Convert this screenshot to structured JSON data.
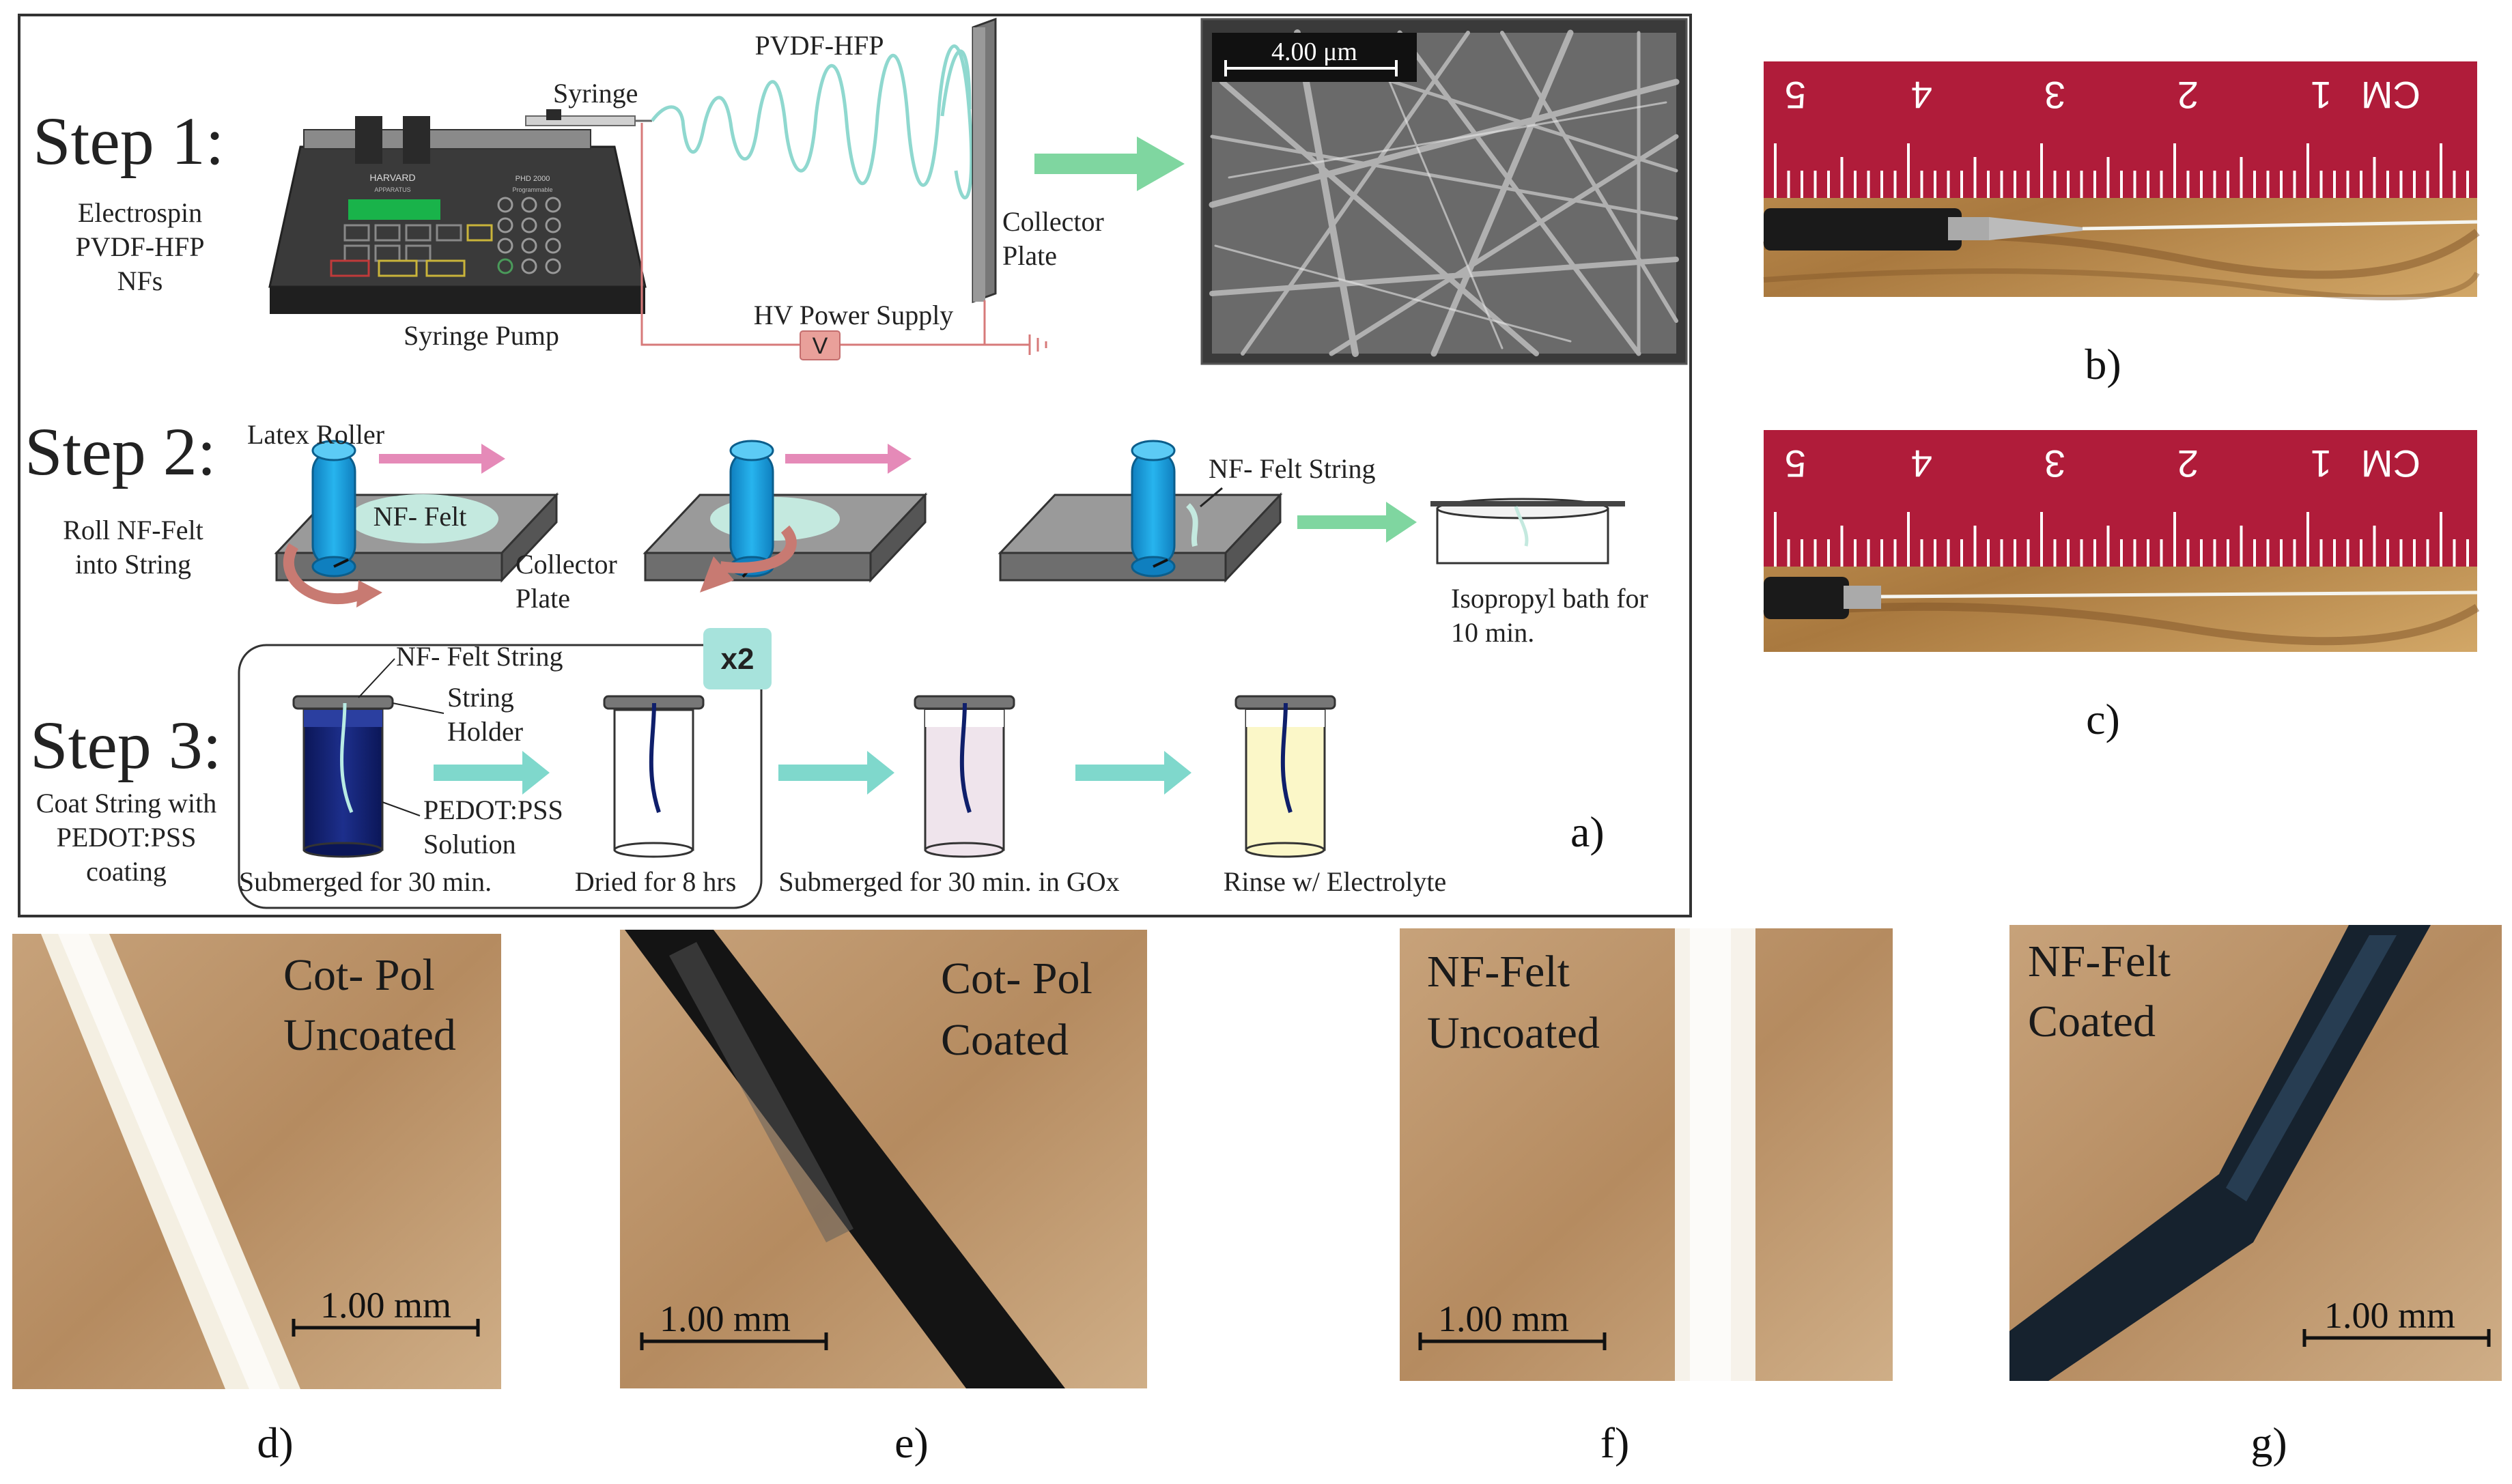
{
  "panel_a": {
    "step1": {
      "title": "Step 1:",
      "desc": [
        "Electrospin",
        "PVDF-HFP",
        "NFs"
      ],
      "syringe_label": "Syringe",
      "polymer_label": "PVDF-HFP",
      "pump_label": "Syringe Pump",
      "pump_brand": "HARVARD",
      "pump_brand_sub": "APPARATUS",
      "pump_model": "PHD 2000",
      "pump_model_sub": "Programmable",
      "collector_label": [
        "Collector",
        "Plate"
      ],
      "power_label": "HV Power Supply",
      "power_symbol": "V",
      "sem_scale": "4.00 μm"
    },
    "step2": {
      "title": "Step 2:",
      "desc": [
        "Roll NF-Felt",
        "into String"
      ],
      "roller_label": "Latex Roller",
      "felt_label": "NF- Felt",
      "collector_label": [
        "Collector",
        "Plate"
      ],
      "string_label": "NF- Felt String",
      "bath_label": [
        "Isopropyl bath for",
        "10 min."
      ]
    },
    "step3": {
      "title": "Step 3:",
      "desc": [
        "Coat String with",
        "PEDOT:PSS",
        "coating"
      ],
      "repeat_badge": "x2",
      "string_label": "NF- Felt String",
      "holder_label": [
        "String",
        "Holder"
      ],
      "solution_label": [
        "PEDOT:PSS",
        "Solution"
      ],
      "captions": [
        "Submerged for 30 min.",
        "Dried for 8 hrs",
        "Submerged for 30 min. in GOx",
        "Rinse w/ Electrolyte"
      ]
    },
    "label": "a)"
  },
  "ruler": {
    "numbers": [
      "5",
      "4",
      "3",
      "2",
      "1"
    ],
    "unit": "CM"
  },
  "panel_labels": [
    "b)",
    "c)",
    "d)",
    "e)",
    "f)",
    "g)"
  ],
  "photos": {
    "d": [
      "Cot- Pol",
      "Uncoated"
    ],
    "e": [
      "Cot- Pol",
      "Coated"
    ],
    "f": [
      "NF-Felt",
      "Uncoated"
    ],
    "g": [
      "NF-Felt",
      "Coated"
    ],
    "scale": "1.00 mm"
  },
  "colors": {
    "roller": "#1aa3e0",
    "arrow_green": "#7fd6a0",
    "arrow_pink": "#e58ab8",
    "arrow_teal": "#7fd8cc",
    "ruler": "#b01c3a",
    "pedot": "#0f1f6b",
    "gox": "#efe4ec",
    "electrolyte": "#fbf7c8"
  }
}
